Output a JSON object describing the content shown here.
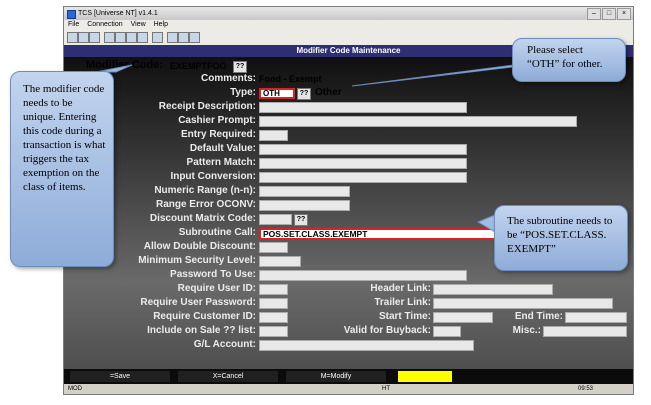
{
  "window": {
    "title": "TCS [Universe NT]  v1.4.1",
    "menu": [
      "File",
      "Connection",
      "View",
      "Help"
    ]
  },
  "screen": {
    "header": "Modifier Code Maintenance",
    "modifier_code_label": "Modifier Code:",
    "modifier_code_value": "EXEMPTFOO",
    "lookup": "??"
  },
  "fields": {
    "comments": {
      "label": "Comments:",
      "value": "Food - Exempt"
    },
    "type": {
      "label": "Type:",
      "value": "OTH",
      "desc": "Other"
    },
    "receipt_description": {
      "label": "Receipt Description:"
    },
    "cashier_prompt": {
      "label": "Cashier Prompt:"
    },
    "entry_required": {
      "label": "Entry Required:"
    },
    "default_value": {
      "label": "Default Value:"
    },
    "pattern_match": {
      "label": "Pattern Match:"
    },
    "input_conversion": {
      "label": "Input Conversion:"
    },
    "numeric_range": {
      "label": "Numeric Range (n-n):"
    },
    "range_error": {
      "label": "Range Error OCONV:"
    },
    "discount_matrix": {
      "label": "Discount Matrix Code:"
    },
    "subroutine_call": {
      "label": "Subroutine Call:",
      "value": "POS.SET.CLASS.EXEMPT"
    },
    "allow_double_discount": {
      "label": "Allow Double Discount:"
    },
    "min_security_level": {
      "label": "Minimum Security Level:"
    },
    "password_to_use": {
      "label": "Password To Use:"
    },
    "require_user_id": {
      "label": "Require User ID:"
    },
    "require_user_password": {
      "label": "Require User Password:"
    },
    "require_customer_id": {
      "label": "Require Customer ID:"
    },
    "include_on_sale": {
      "label": "Include on Sale ?? list:"
    },
    "gl_account": {
      "label": "G/L Account:"
    },
    "header_link": {
      "label": "Header Link:"
    },
    "trailer_link": {
      "label": "Trailer Link:"
    },
    "start_time": {
      "label": "Start Time:"
    },
    "end_time": {
      "label": "End Time:"
    },
    "valid_for_buyback": {
      "label": "Valid for Buyback:"
    },
    "misc": {
      "label": "Misc.:"
    }
  },
  "function_keys": {
    "save": "=Save",
    "cancel": "X=Cancel",
    "modify": "M=Modify"
  },
  "status_bar": {
    "mode": "MOD",
    "terminal": "HT",
    "clock": "09:53"
  },
  "callouts": {
    "select_oth": "Please select “OTH” for other.",
    "unique_code": "The modifier code needs to be unique. Entering this code during a transaction is what triggers the tax exemption on the class of items.",
    "subroutine": "The subroutine needs to be “POS.SET.CLASS. EXEMPT”"
  },
  "colors": {
    "header_bar": "#2e2e74",
    "callout_fill": "#9fbbe2",
    "highlight_border": "#e02020",
    "yellow_key": "#ffff00"
  }
}
